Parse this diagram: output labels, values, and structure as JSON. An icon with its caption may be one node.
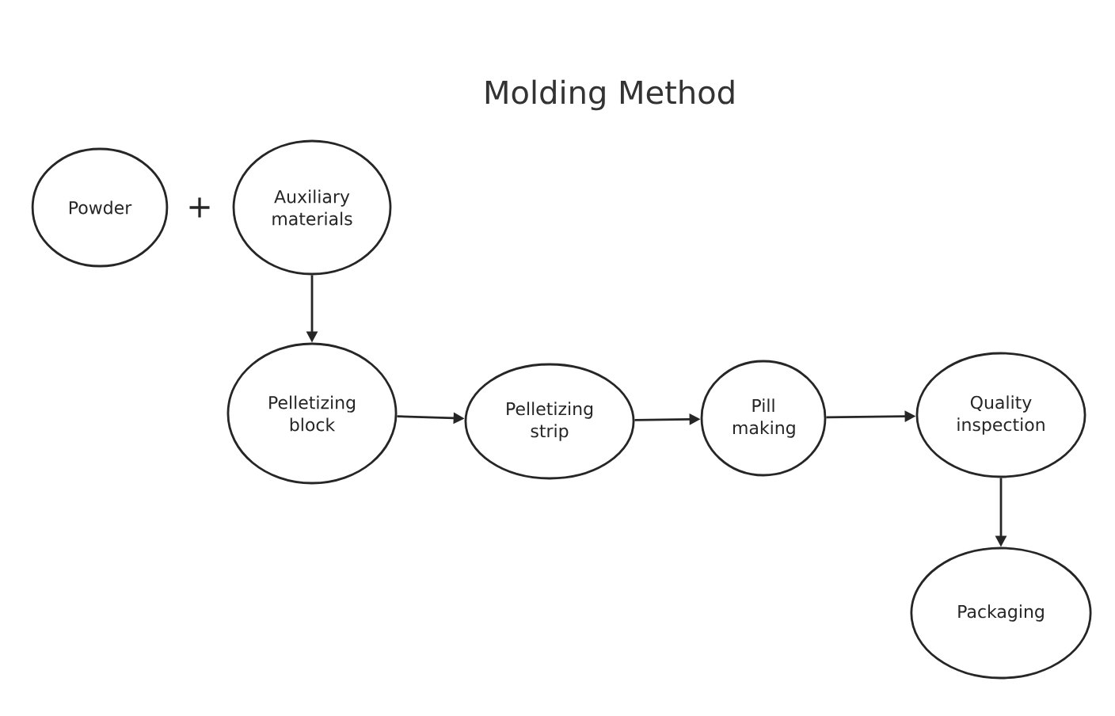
{
  "diagram": {
    "title": "Molding Method",
    "nodes": [
      {
        "text": [
          "Powder"
        ]
      },
      {
        "text": [
          "Auxiliary materials"
        ]
      },
      {
        "text": [
          "Pelletizing block"
        ]
      },
      {
        "text": [
          "Pelletizing strip"
        ]
      },
      {
        "text": [
          "Pill making"
        ]
      },
      {
        "text": [
          "Quality inspection"
        ]
      },
      {
        "text": [
          "Packaging"
        ]
      }
    ],
    "edges": [
      {
        "from": 1,
        "to": 2,
        "arrow": "to"
      },
      {
        "from": 2,
        "to": 3,
        "arrow": "to"
      },
      {
        "from": 3,
        "to": 4,
        "arrow": "to"
      },
      {
        "from": 4,
        "to": 5,
        "arrow": "to"
      },
      {
        "from": 5,
        "to": 6,
        "arrow": "to"
      }
    ],
    "labels": [
      "+"
    ]
  }
}
